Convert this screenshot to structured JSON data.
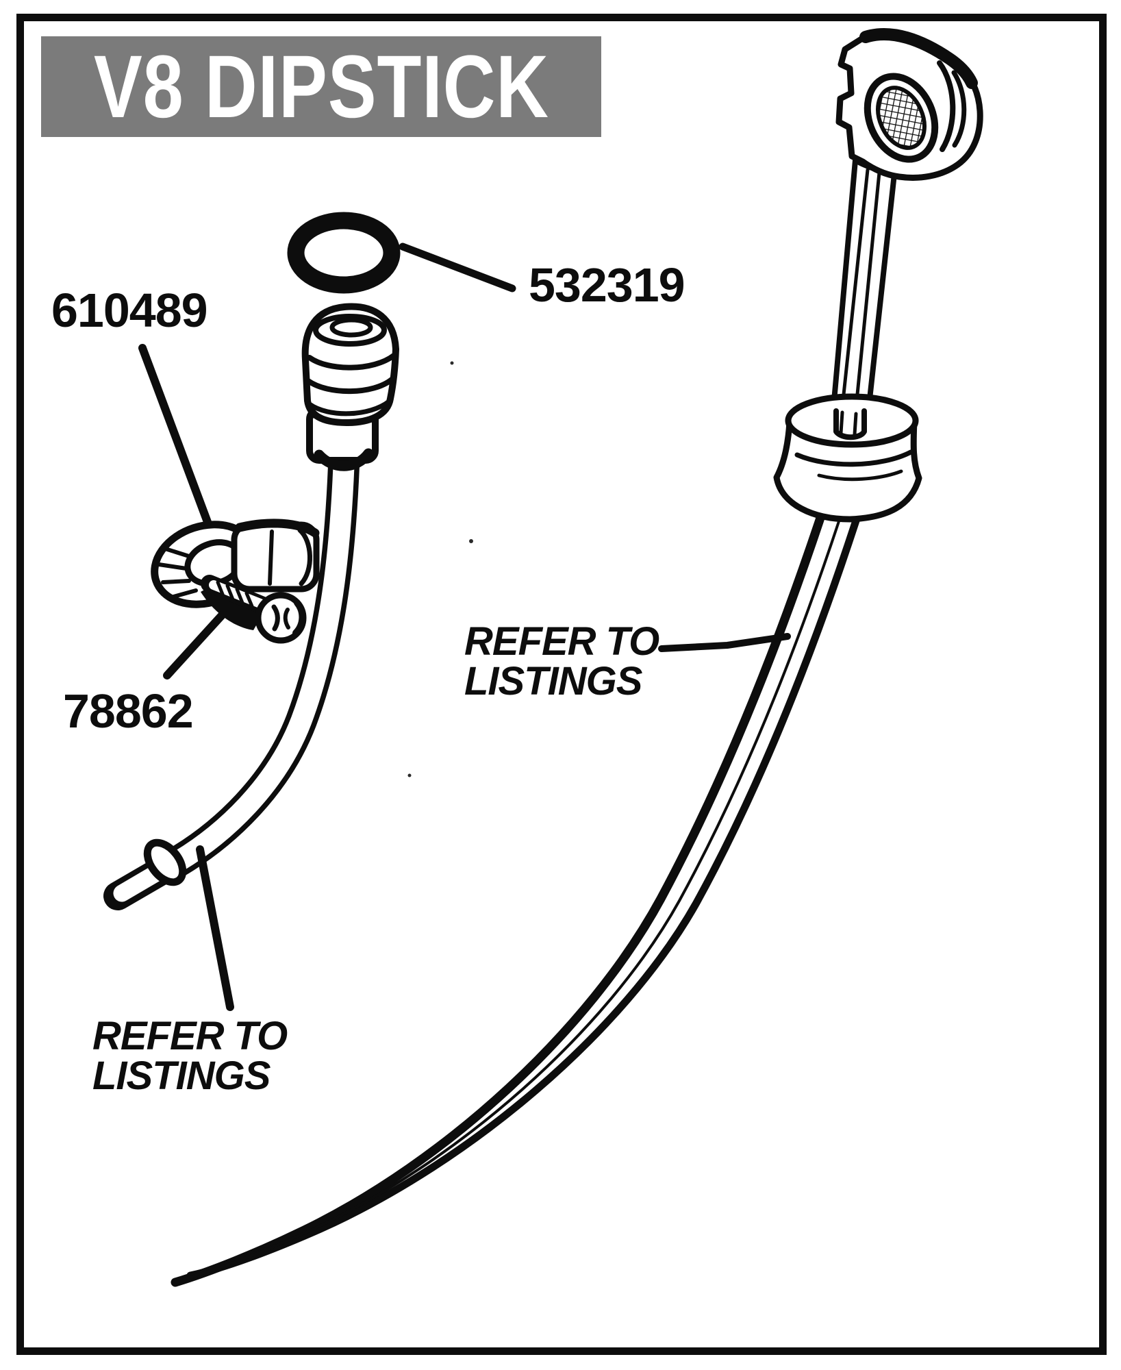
{
  "banner": {
    "title": "V8 DIPSTICK",
    "background_color": "#7b7b7b",
    "text_color": "#ffffff"
  },
  "colors": {
    "ink": "#0d0d0d",
    "paper": "#ffffff"
  },
  "part_labels": {
    "bracket": "610489",
    "oring": "532319",
    "screw": "78862"
  },
  "notes": {
    "tube_note": {
      "line1": "REFER TO",
      "line2": "LISTINGS"
    },
    "dipstick_note": {
      "line1": "REFER TO",
      "line2": "LISTINGS"
    }
  },
  "parts_depicted": [
    "o-ring seal",
    "dipstick tube cap",
    "dipstick tube",
    "mounting bracket clamp",
    "bracket screw",
    "dipstick handle",
    "dipstick grommet",
    "dipstick blade"
  ]
}
